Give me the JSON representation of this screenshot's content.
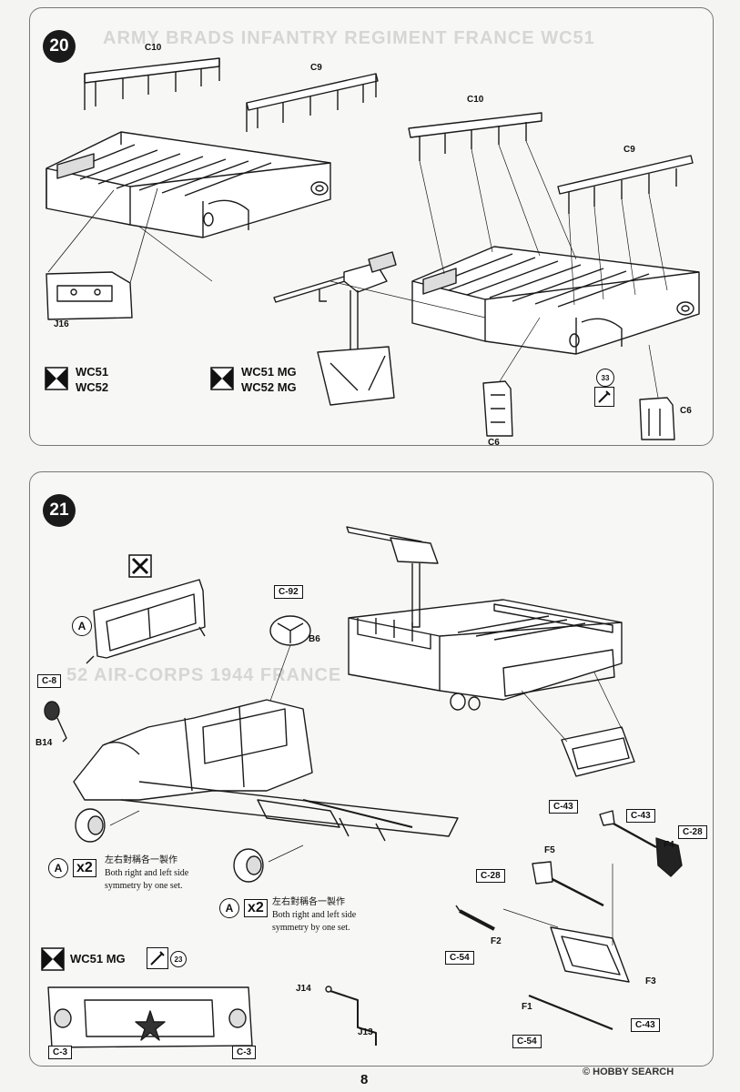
{
  "step20": {
    "number": "20",
    "ghost_text": "ARMY BRADS INFANTRY REGIMENT FRANCE WC51",
    "parts": {
      "c10a": "C10",
      "c9a": "C9",
      "c10b": "C10",
      "c9b": "C9",
      "j16": "J16",
      "c6a": "C6",
      "c6b": "C6",
      "n33": "33"
    },
    "variant_left": [
      "WC51",
      "WC52"
    ],
    "variant_right": [
      "WC51 MG",
      "WC52 MG"
    ]
  },
  "step21": {
    "number": "21",
    "ghost_text": "52 AIR-CORPS 1944 FRANCE",
    "parts": {
      "a1": "A",
      "c8": "C-8",
      "b14": "B14",
      "c92": "C-92",
      "b6": "B6",
      "c43a": "C-43",
      "c43b": "C-43",
      "c28a": "C-28",
      "c28b": "C-28",
      "f5": "F5",
      "f4": "F4",
      "f2": "F2",
      "c54a": "C-54",
      "f3": "F3",
      "f1": "F1",
      "c54b": "C-54",
      "c43c": "C-43",
      "j14": "J14",
      "j13": "J13",
      "c3a": "C-3",
      "c3b": "C-3",
      "n23": "23"
    },
    "sym_note_1": {
      "a": "A",
      "mult": "x2",
      "zh": "左右對稱各一製作",
      "en1": "Both right and left side",
      "en2": "symmetry by one set."
    },
    "sym_note_2": {
      "a": "A",
      "mult": "x2",
      "zh": "左右對稱各一製作",
      "en1": "Both right and left side",
      "en2": "symmetry by one set."
    },
    "variant_bottom": "WC51 MG"
  },
  "footer": {
    "page": "8",
    "watermark": "© HOBBY SEARCH"
  }
}
